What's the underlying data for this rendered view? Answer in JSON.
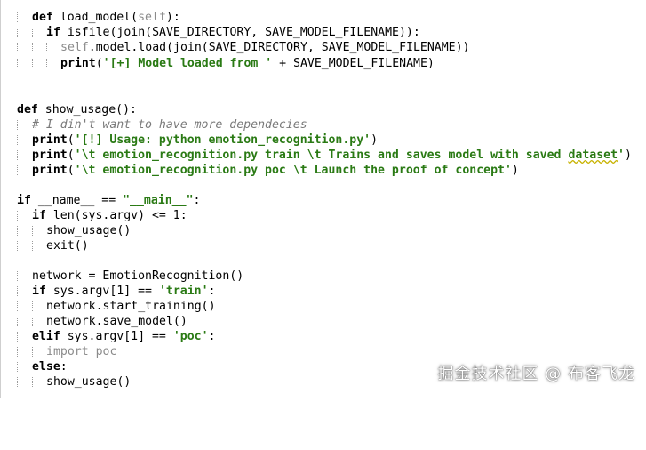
{
  "code_lines": [
    "    def load_model(self):",
    "        if isfile(join(SAVE_DIRECTORY, SAVE_MODEL_FILENAME)):",
    "            self.model.load(join(SAVE_DIRECTORY, SAVE_MODEL_FILENAME))",
    "            print('[+] Model loaded from ' + SAVE_MODEL_FILENAME)",
    "",
    "",
    "def show_usage():",
    "    # I din't want to have more dependecies",
    "    print('[!] Usage: python emotion_recognition.py')",
    "    print('\\t emotion_recognition.py train \\t Trains and saves model with saved dataset')",
    "    print('\\t emotion_recognition.py poc \\t Launch the proof of concept')",
    "",
    "if __name__ == \"__main__\":",
    "    if len(sys.argv) <= 1:",
    "        show_usage()",
    "        exit()",
    "",
    "    network = EmotionRecognition()",
    "    if sys.argv[1] == 'train':",
    "        network.start_training()",
    "        network.save_model()",
    "    elif sys.argv[1] == 'poc':",
    "        import poc",
    "    else:",
    "        show_usage()"
  ],
  "watermark": {
    "text": "掘金技术社区 @ 布客飞龙"
  },
  "colors": {
    "background": "#ffffff",
    "keyword": "#000000",
    "string": "#2a7a14",
    "self": "#8b8b8b",
    "comment": "#7a7a7a",
    "indent_guide": "#9a9a9a"
  }
}
